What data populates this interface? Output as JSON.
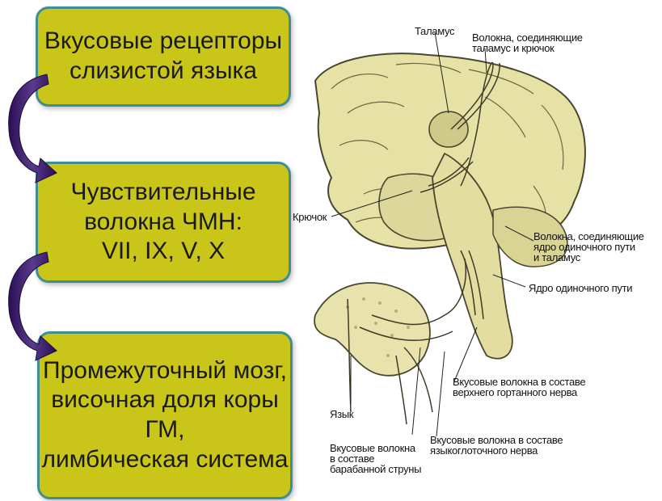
{
  "flow": {
    "box1": {
      "lines": [
        "Вкусовые рецепторы",
        "слизистой языка"
      ]
    },
    "box2": {
      "lines": [
        "Чувствительные",
        "волокна ЧМН:",
        "VII, IX, V, X"
      ]
    },
    "box3": {
      "lines": [
        "Промежуточный мозг,",
        "височная доля коры ГМ,",
        "лимбическая система"
      ]
    }
  },
  "diagram": {
    "labels": {
      "thalamus": "Таламус",
      "fibers_thalamus_hook": [
        "Волокна, соединяющие",
        "таламус и крючок"
      ],
      "hook": "Крючок",
      "fibers_nucleus_thalamus": [
        "Волокна, соединяющие",
        "ядро одиночного пути",
        "и таламус"
      ],
      "solitary_nucleus": "Ядро одиночного пути",
      "superior_laryngeal": [
        "Вкусовые волокна в составе",
        "верхнего гортанного нерва"
      ],
      "tongue": "Язык",
      "chorda_tympani": [
        "Вкусовые волокна",
        "в составе",
        "барабанной струны"
      ],
      "glossopharyngeal": [
        "Вкусовые волокна в составе",
        "языкоглоточного нерва"
      ]
    }
  },
  "colors": {
    "box_fill": "#c9c619",
    "box_border": "#3f8f92",
    "arrow": "#3a1a66",
    "brain_fill": "#e6e2a6",
    "brain_line": "#4a4630"
  }
}
